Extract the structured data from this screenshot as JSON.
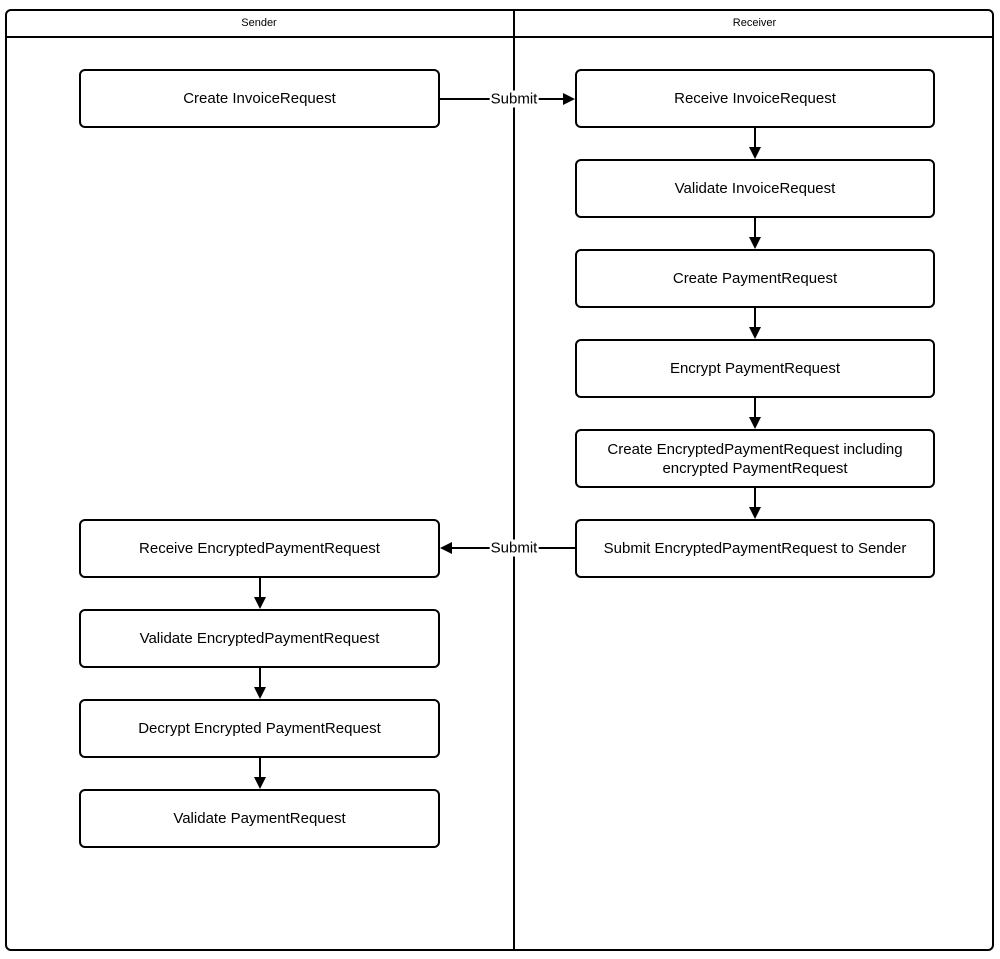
{
  "diagram": {
    "type": "swimlane-flowchart",
    "colors": {
      "line": "#000000",
      "background": "#ffffff",
      "text": "#000000"
    }
  },
  "header": {
    "lanes": [
      {
        "label": "Sender"
      },
      {
        "label": "Receiver"
      }
    ]
  },
  "sender": {
    "nodes": [
      {
        "label": "Create InvoiceRequest"
      },
      {
        "label": "Receive EncryptedPaymentRequest"
      },
      {
        "label": "Validate EncryptedPaymentRequest"
      },
      {
        "label": "Decrypt Encrypted PaymentRequest"
      },
      {
        "label": "Validate PaymentRequest"
      }
    ]
  },
  "receiver": {
    "nodes": [
      {
        "label": "Receive InvoiceRequest"
      },
      {
        "label": "Validate InvoiceRequest"
      },
      {
        "label": "Create PaymentRequest"
      },
      {
        "label": "Encrypt PaymentRequest"
      },
      {
        "label": "Create EncryptedPaymentRequest including encrypted PaymentRequest"
      },
      {
        "label": "Submit EncryptedPaymentRequest to Sender"
      }
    ]
  },
  "arrows": {
    "submit_top": {
      "label": "Submit",
      "from": "Create InvoiceRequest",
      "to": "Receive InvoiceRequest"
    },
    "submit_bottom": {
      "label": "Submit",
      "from": "Submit EncryptedPaymentRequest to Sender",
      "to": "Receive EncryptedPaymentRequest"
    }
  }
}
